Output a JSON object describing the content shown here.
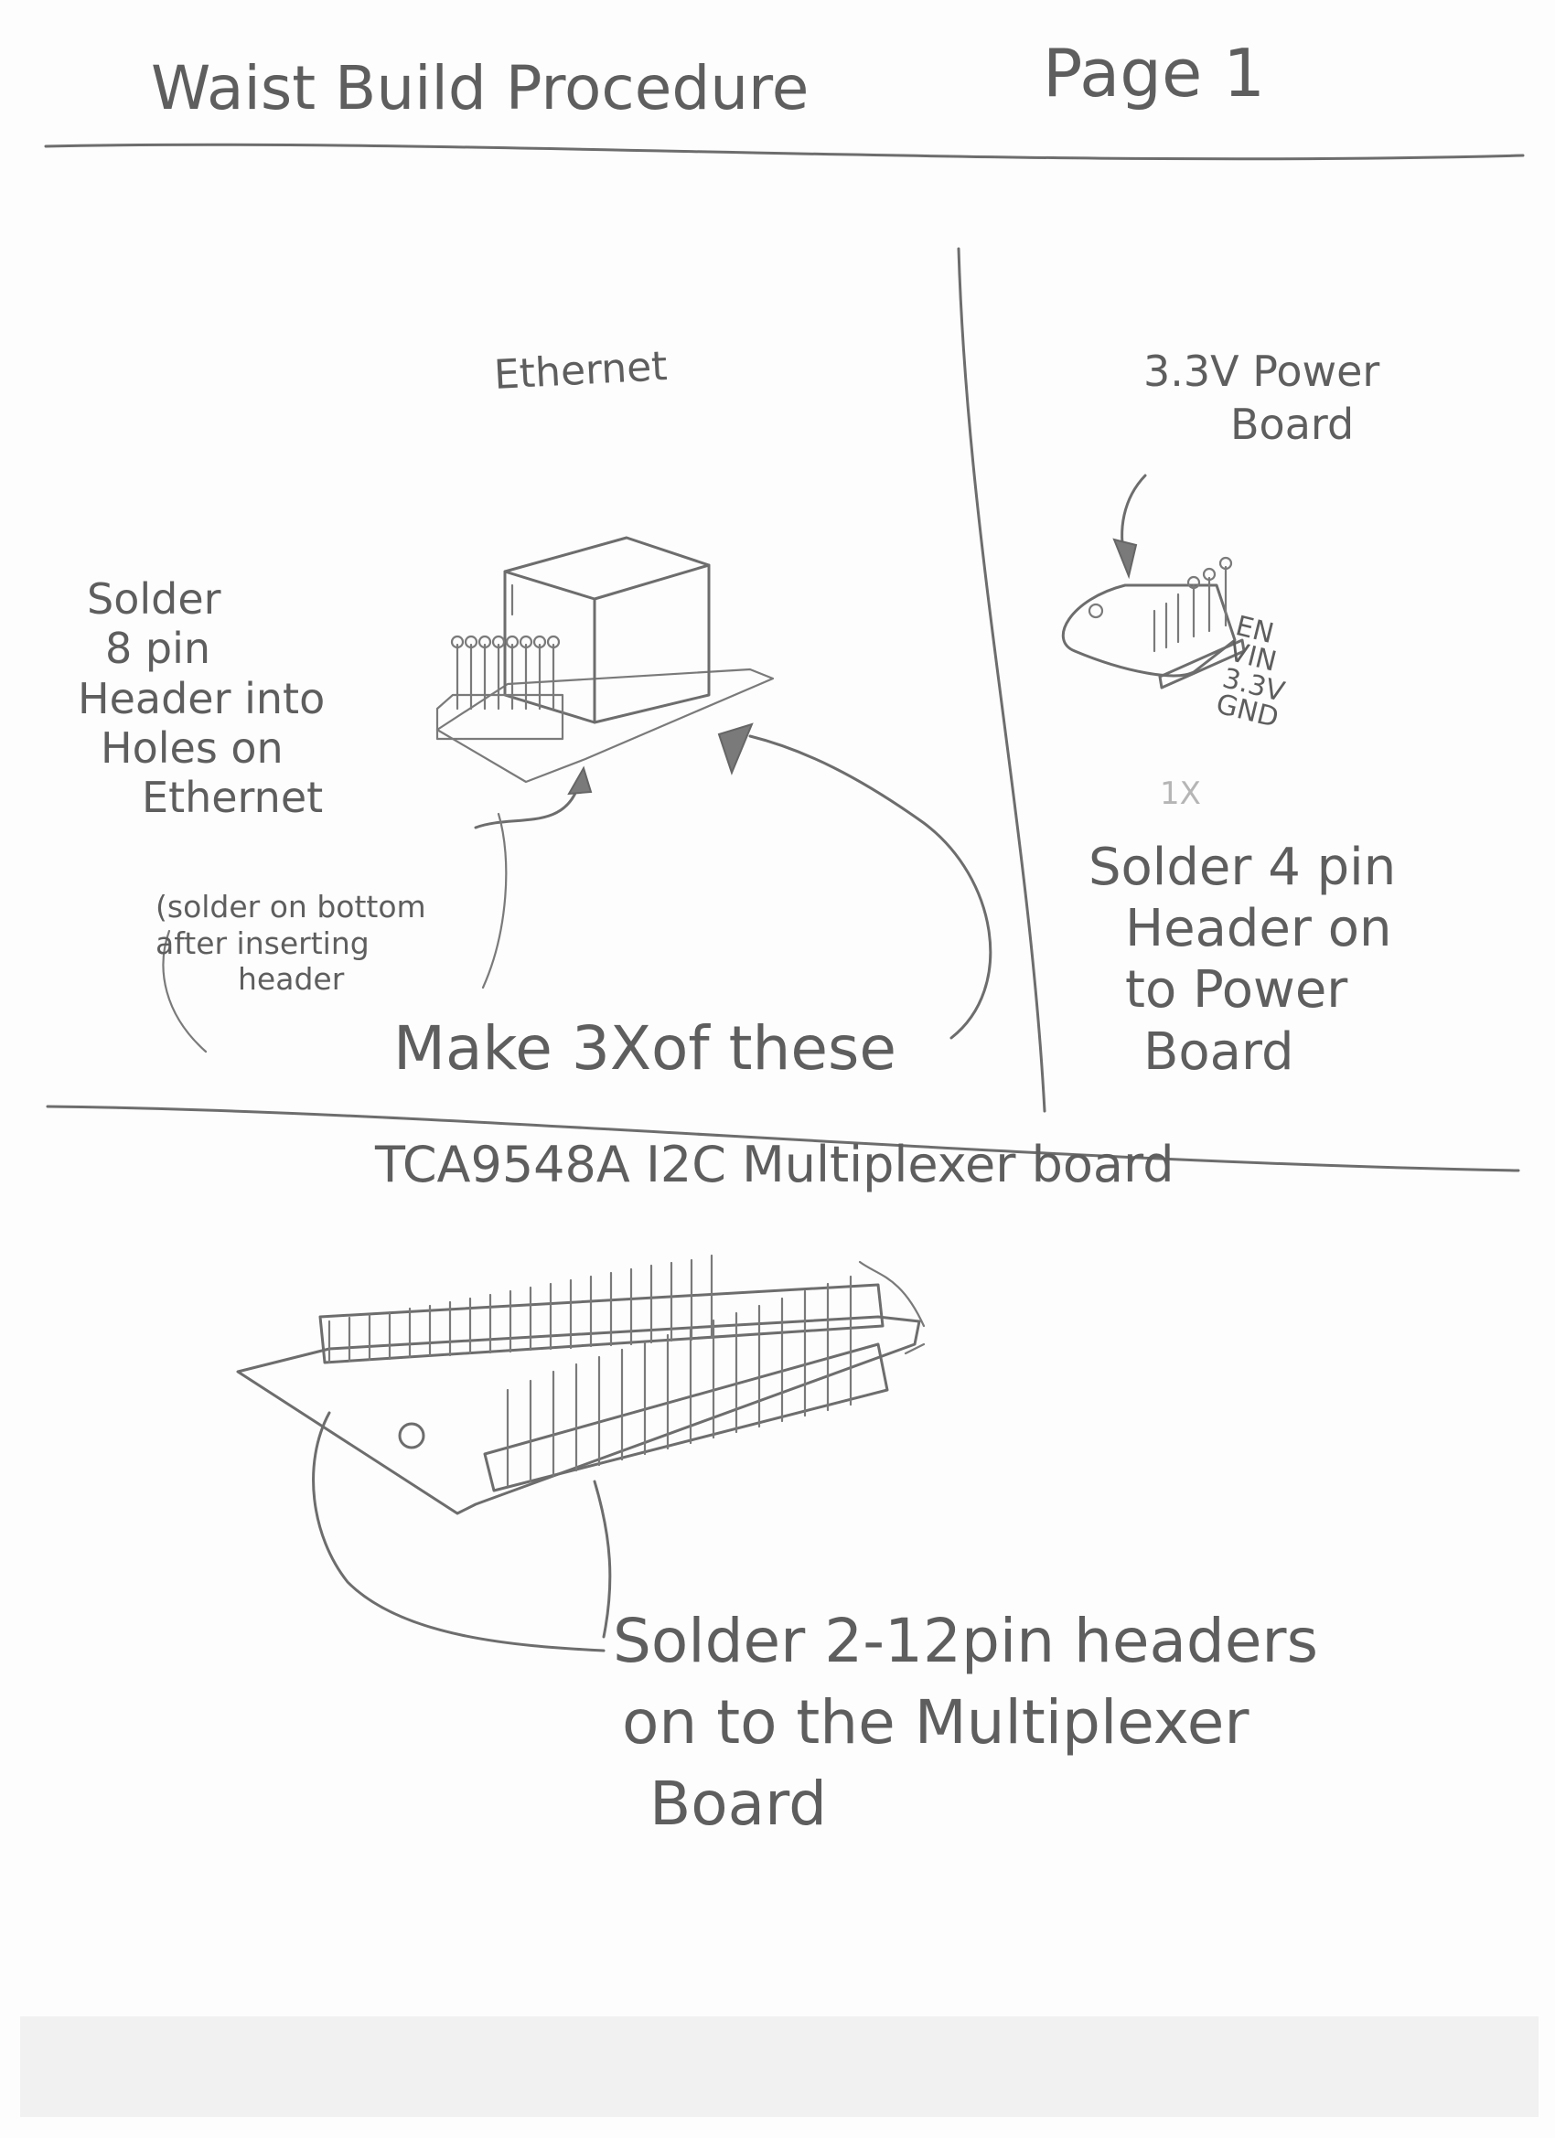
{
  "header": {
    "title": "Waist Build Procedure",
    "page_label": "Page 1"
  },
  "ethernet_section": {
    "component_label": "Ethernet",
    "steps": [
      "Solder",
      "8 pin",
      "Header into",
      "Holes on",
      "Ethernet"
    ],
    "note": [
      "(solder on bottom",
      "after inserting",
      "header"
    ],
    "quantity": "Make 3Xof these"
  },
  "power_section": {
    "component_label": [
      "3.3V Power",
      "Board"
    ],
    "pin_labels": [
      "EN",
      "VIN",
      "3.3V",
      "GND"
    ],
    "quantity": "1X",
    "steps": [
      "Solder 4 pin",
      "Header on",
      "to Power",
      "Board"
    ]
  },
  "multiplexer_section": {
    "component_label": "TCA9548A  I2C Multiplexer board",
    "steps": [
      "Solder 2-12pin headers",
      "on to the Multiplexer",
      "Board"
    ]
  }
}
